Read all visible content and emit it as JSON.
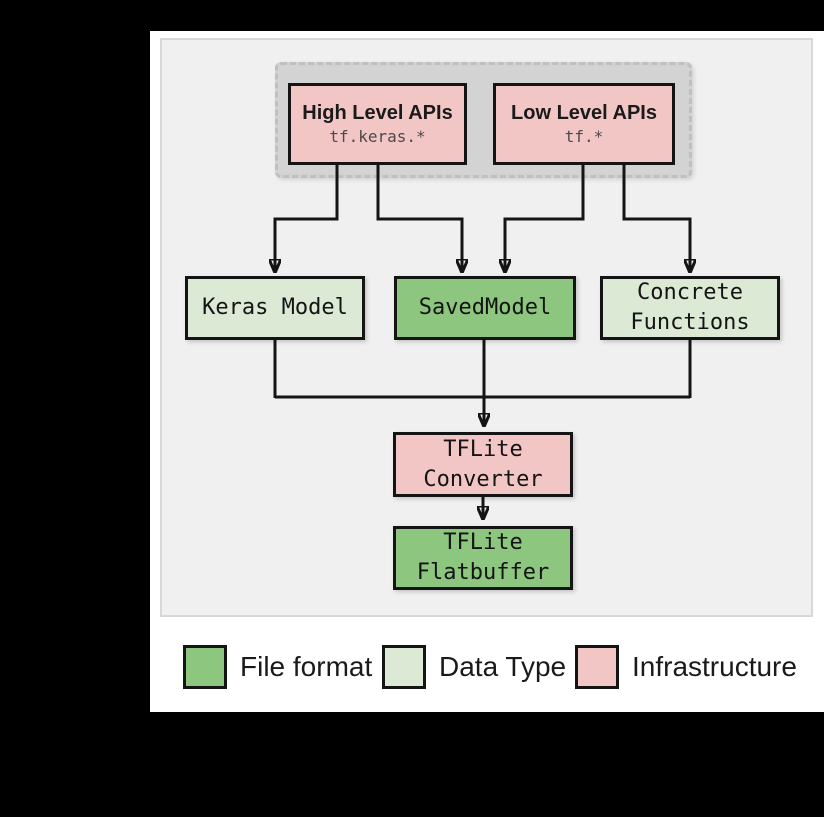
{
  "palette": {
    "file_format_green": "#8dc67e",
    "data_type_green": "#dcead5",
    "infrastructure_pink": "#f3c6c6",
    "line_color": "#141414"
  },
  "api_container": {
    "high_level": {
      "title": "High Level APIs",
      "code": "tf.keras.*"
    },
    "low_level": {
      "title": "Low Level APIs",
      "code": "tf.*"
    }
  },
  "nodes": {
    "keras_model": {
      "label": "Keras Model"
    },
    "saved_model": {
      "label": "SavedModel"
    },
    "concrete_functions": {
      "label": "Concrete Functions"
    },
    "tflite_converter": {
      "label": "TFLite Converter"
    },
    "tflite_flatbuffer": {
      "label": "TFLite Flatbuffer"
    }
  },
  "legend": {
    "items": [
      {
        "label": "File format",
        "color": "#8dc67e"
      },
      {
        "label": "Data Type",
        "color": "#dcead5"
      },
      {
        "label": "Infrastructure",
        "color": "#f3c6c6"
      }
    ]
  }
}
